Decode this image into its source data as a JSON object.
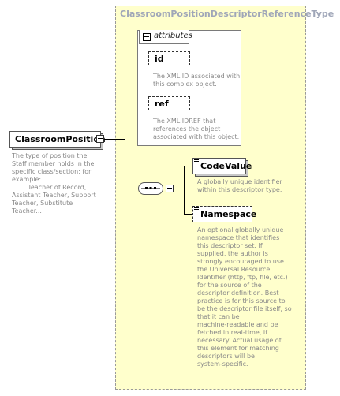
{
  "type": {
    "name": "ClassroomPositionDescriptorReferenceType"
  },
  "attributes": {
    "tab_label": "attributes",
    "items": [
      {
        "name": "id",
        "description": [
          "The XML ID associated with",
          "this complex object."
        ]
      },
      {
        "name": "ref",
        "description": [
          "The XML IDREF that",
          "references the object",
          "associated with this object."
        ]
      }
    ]
  },
  "root": {
    "name": "ClassroomPosition",
    "description": [
      "The type of position the",
      "Staff member holds in the",
      "specific class/section; for",
      "example:",
      "        Teacher of Record,",
      "Assistant Teacher, Support",
      "Teacher, Substitute",
      "Teacher..."
    ]
  },
  "children": [
    {
      "name": "CodeValue",
      "description": [
        "A globally unique identifier",
        "within this descriptor type."
      ]
    },
    {
      "name": "Namespace",
      "description": [
        "An optional globally unique",
        "namespace that identifies",
        "this descriptor set. If",
        "supplied, the author is",
        "strongly encouraged to use",
        "the Universal Resource",
        "Identifier (http, ftp, file, etc.)",
        "for the source of the",
        "descriptor definition. Best",
        "practice is for this source to",
        "be the descriptor file itself, so",
        "that it can be",
        "machine-readable and be",
        "fetched in real-time, if",
        "necessary. Actual usage of",
        "this element for matching",
        "descriptors will be",
        "system-specific."
      ]
    }
  ],
  "colors": {
    "type_background": "#ffffcc",
    "type_name": "#9fa6b8",
    "description_text": "#888888"
  }
}
